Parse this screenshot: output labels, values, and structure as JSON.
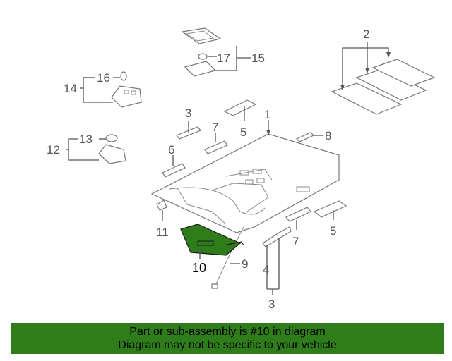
{
  "diagram": {
    "callouts": {
      "c1": "1",
      "c2": "2",
      "c3a": "3",
      "c3b": "3",
      "c4": "4",
      "c5a": "5",
      "c5b": "5",
      "c6": "6",
      "c7a": "7",
      "c7b": "7",
      "c8": "8",
      "c9": "9",
      "c10": "10",
      "c11": "11",
      "c12": "12",
      "c13": "13",
      "c14": "14",
      "c15": "15",
      "c16": "16",
      "c17": "17"
    },
    "highlight_color": "#2e7d1a"
  },
  "footer": {
    "line1": "Part or sub-assembly is #10 in diagram",
    "line2": "Diagram may not be specific to your vehicle"
  }
}
